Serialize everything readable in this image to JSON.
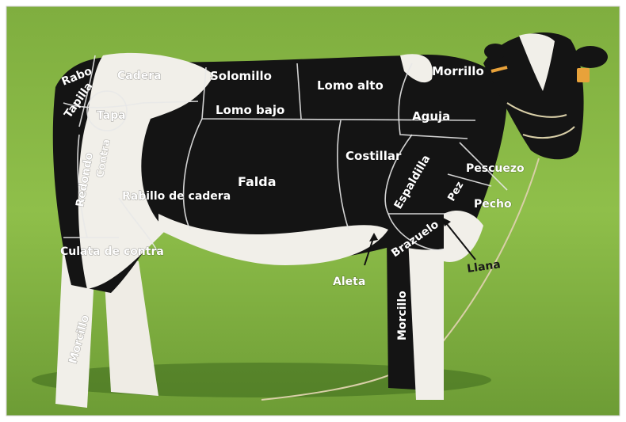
{
  "colors": {
    "grass_light": "#8fbf4a",
    "grass_dark": "#5e8f2c",
    "cow_black": "#141414",
    "cow_white": "#f1efe9",
    "ear_tag": "#e8a23a"
  },
  "labels": {
    "rabo": "Rabo",
    "cadera": "Cadera",
    "solomillo": "Solomillo",
    "lomo_alto": "Lomo alto",
    "morrillo_top": "Morrillo",
    "tapilla": "Tapilla",
    "tapa": "Tapa",
    "lomo_bajo": "Lomo bajo",
    "aguja": "Aguja",
    "contra": "Contra",
    "redondo": "Redondo",
    "costillar": "Costillar",
    "espaldilla": "Espaldilla",
    "pescuezo": "Pescuezo",
    "falda": "Falda",
    "rabillo": "Rabillo de cadera",
    "pez": "Pez",
    "pecho": "Pecho",
    "brazuelo": "Brazuelo",
    "culata": "Culata de contra",
    "aleta": "Aleta",
    "llana": "Llana",
    "morcillo_front": "Morcillo",
    "morcillo_hind": "Morcillo"
  }
}
